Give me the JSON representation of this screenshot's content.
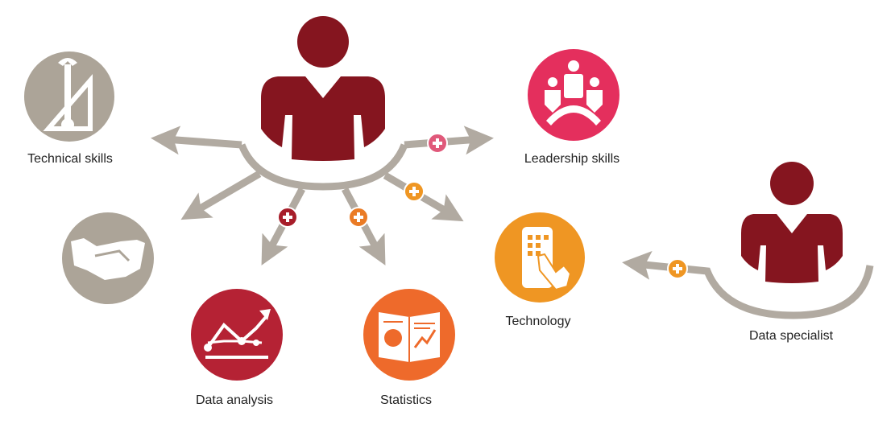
{
  "labels": {
    "technical_skills": "Technical skills",
    "leadership_skills": "Leadership skills",
    "technology": "Technology",
    "data_analysis": "Data analysis",
    "statistics": "Statistics",
    "data_specialist": "Data specialist"
  },
  "icons": {
    "technical_skills": "tools-icon",
    "collaboration": "handshake-icon",
    "data_analysis": "line-chart-icon",
    "statistics": "report-icon",
    "leadership_skills": "team-meeting-icon",
    "technology": "touch-device-icon"
  },
  "colors": {
    "person": "#85151f",
    "arrow": "#b1aaa1",
    "gray_circle": "#aca498",
    "data_analysis": "#b52234",
    "statistics": "#ee6a2b",
    "leadership": "#e42f5d",
    "technology": "#ef9623",
    "badge_pink": "#e0597a",
    "badge_red": "#a71d2a",
    "badge_orange": "#ea7b25",
    "badge_amber": "#ef9623"
  }
}
